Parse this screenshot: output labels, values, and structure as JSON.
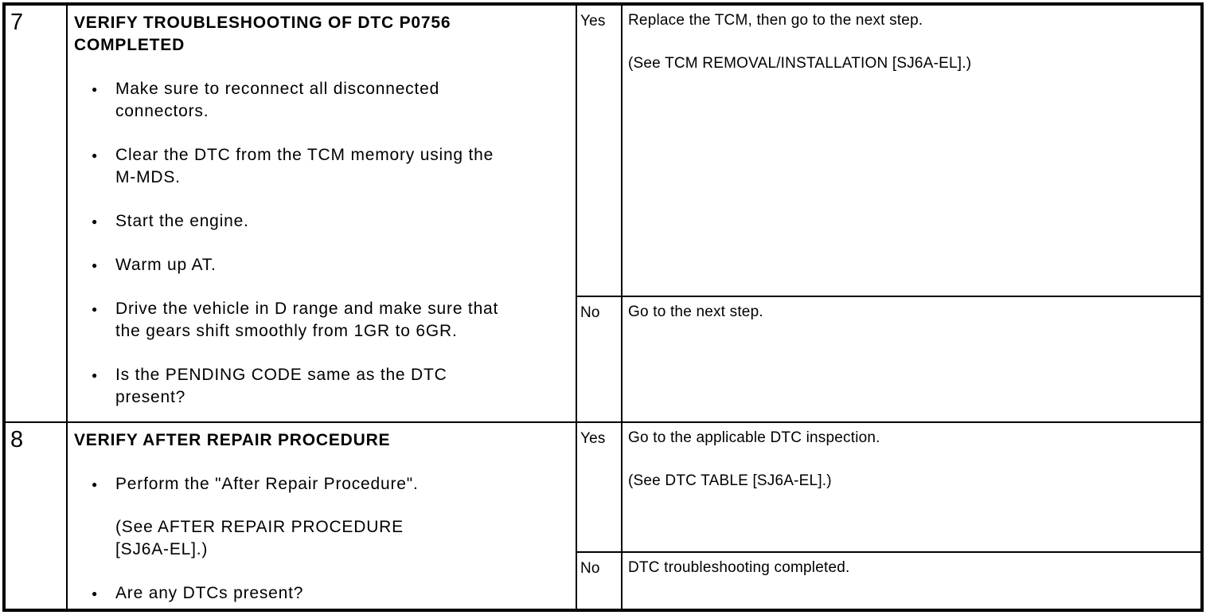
{
  "colors": {
    "background": "#ffffff",
    "text": "#000000",
    "border": "#000000"
  },
  "table": {
    "rows": [
      {
        "step": "7",
        "title_lines": [
          "VERIFY TROUBLESHOOTING OF DTC P0756",
          "COMPLETED"
        ],
        "bullets": [
          [
            [
              "Make sure to reconnect all disconnected",
              "connectors."
            ]
          ],
          [
            [
              "Clear the DTC from the TCM memory using the",
              "M-MDS."
            ]
          ],
          [
            [
              "Start the engine."
            ]
          ],
          [
            [
              "Warm up AT."
            ]
          ],
          [
            [
              "Drive the vehicle in D range and make sure that",
              "the gears shift smoothly from 1GR to 6GR."
            ]
          ],
          [
            [
              "Is the PENDING CODE same as the DTC",
              "present?"
            ]
          ]
        ],
        "yes_label": "Yes",
        "yes_paragraphs": [
          [
            "Replace the TCM, then go to the next step."
          ],
          [
            "(See TCM REMOVAL/INSTALLATION [SJ6A-EL].)"
          ]
        ],
        "no_label": "No",
        "no_paragraphs": [
          [
            "Go to the next step."
          ]
        ]
      },
      {
        "step": "8",
        "title_lines": [
          "VERIFY AFTER REPAIR PROCEDURE"
        ],
        "bullets": [
          [
            [
              "Perform the \"After Repair Procedure\"."
            ],
            [
              "(See AFTER REPAIR PROCEDURE",
              "[SJ6A-EL].)"
            ]
          ],
          [
            [
              "Are any DTCs present?"
            ]
          ]
        ],
        "yes_label": "Yes",
        "yes_paragraphs": [
          [
            "Go to the applicable DTC inspection."
          ],
          [
            "(See DTC TABLE [SJ6A-EL].)"
          ]
        ],
        "no_label": "No",
        "no_paragraphs": [
          [
            "DTC troubleshooting completed."
          ]
        ]
      }
    ]
  },
  "icons": {
    "bullet": "●"
  }
}
